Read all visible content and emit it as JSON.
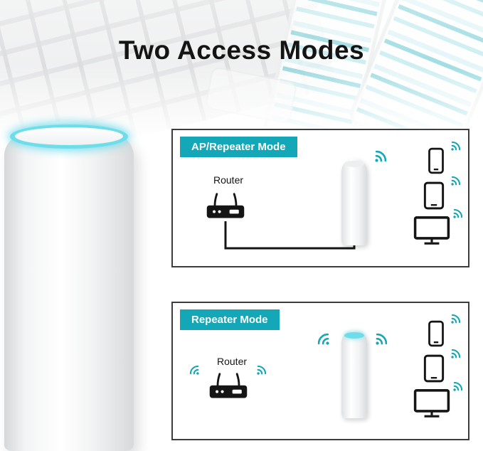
{
  "title": "Two Access Modes",
  "colors": {
    "accent_teal": "#14a7b8",
    "led_glow_cyan": "#6fdde9",
    "icon_black": "#151515",
    "panel_border": "#3d3d3d"
  },
  "icons": {
    "wifi": "wifi-signal-icon",
    "router": "router-icon",
    "extender": "extender-device-icon",
    "smartphone": "smartphone-icon",
    "tablet": "tablet-icon",
    "monitor": "monitor-icon"
  },
  "modes": [
    {
      "badge": "AP/Repeater Mode",
      "router_label": "Router",
      "connection": "wired"
    },
    {
      "badge": "Repeater Mode",
      "router_label": "Router",
      "connection": "wireless"
    }
  ]
}
